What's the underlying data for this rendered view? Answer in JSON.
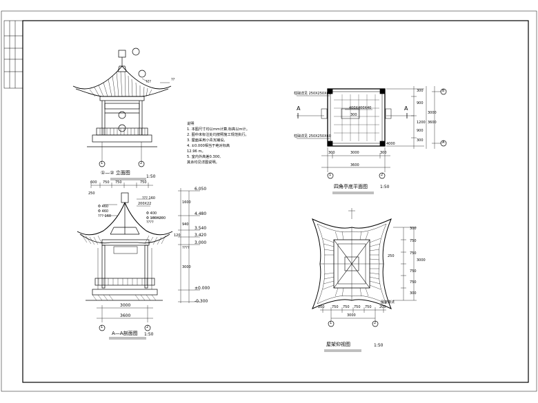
{
  "front_elevation": {
    "title": "①—② 立面图",
    "scale": "1:50",
    "axis_1": "1",
    "axis_2": "2",
    "dim_top": "???",
    "dim_side": "??"
  },
  "notes": {
    "heading": "说明",
    "lines": [
      "1. 本图尺寸均以mm计算,标高以m计。",
      "2. 图中未标注处均按照施工规范执行。",
      "3. 屋面采用小青瓦铺设。",
      "4. ±0.000相当于绝对标高",
      "12.96 m。",
      "5. 室内外高差0.300,",
      "其余均见详图说明。"
    ]
  },
  "plan": {
    "title": "四角亭底平面图",
    "scale": "1:50",
    "section_mark": "A",
    "label_top": "柱础详见 250X250X60",
    "label_bottom": "柱础详见 250X250X60",
    "label_center": "400X400X40",
    "label_center2": "300",
    "label_corner": "4000",
    "dims_right": [
      "900",
      "1200",
      "900"
    ],
    "dims_right_sub": [
      "300",
      "300"
    ],
    "dim_right_total": "3000",
    "dim_right_total2": "3600",
    "dims_bottom": [
      "300",
      "3000",
      "300"
    ],
    "dim_bottom_total": "3600",
    "axis_1": "1",
    "axis_2": "2",
    "axis_a": "A",
    "axis_b": "B"
  },
  "section": {
    "title": "A—A剖面图",
    "scale": "1:50",
    "levels": [
      "6.050",
      "4.480",
      "3.540",
      "3.420",
      "3.000",
      "±0.000",
      "-0.300"
    ],
    "dims_left": [
      "1600",
      "940",
      "120",
      "3000"
    ],
    "dims_top": [
      "600",
      "750",
      "750",
      "750"
    ],
    "dim_left_small": "250",
    "dims_bottom": [
      "3000",
      "3600"
    ],
    "labels": [
      "??? 160",
      "200X22",
      "Φ 460",
      "Φ 460",
      "??? 160",
      "Φ 400",
      "Φ 180X200",
      "????",
      "????"
    ],
    "axis_1": "1",
    "axis_2": "2"
  },
  "roof_plan": {
    "title": "屋架仰视图",
    "scale": "1:50",
    "dims_bottom": [
      "200",
      "750",
      "750",
      "750",
      "750",
      "200"
    ],
    "dim_bottom_total": "3000",
    "dims_right": [
      "300",
      "750",
      "750",
      "750",
      "750",
      "300"
    ],
    "dim_right_total": "3000",
    "label_250": "250",
    "label_note": "屋架做法",
    "axis_1": "1",
    "axis_2": "2"
  }
}
